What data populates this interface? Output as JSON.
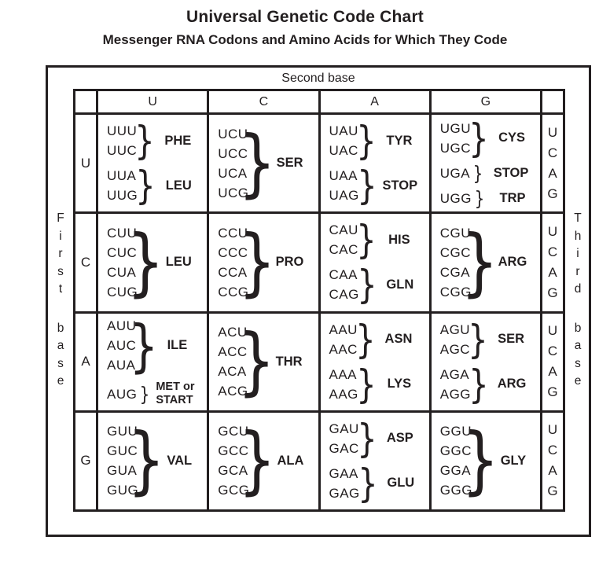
{
  "title": "Universal Genetic Code Chart",
  "subtitle": "Messenger RNA Codons and Amino Acids for Which They Code",
  "axis_labels": {
    "top": "Second base",
    "left": "First base",
    "right": "Third base"
  },
  "second_bases": [
    "U",
    "C",
    "A",
    "G"
  ],
  "third_bases": [
    "U",
    "C",
    "A",
    "G"
  ],
  "colors": {
    "ink": "#231f20",
    "background": "#ffffff"
  },
  "chart_data": {
    "type": "table",
    "title": "Universal Genetic Code Chart",
    "rows": [
      {
        "first_base": "U",
        "cells": [
          {
            "groups": [
              {
                "codons": [
                  "UUU",
                  "UUC"
                ],
                "amino": [
                  "PHE"
                ]
              },
              {
                "codons": [
                  "UUA",
                  "UUG"
                ],
                "amino": [
                  "LEU"
                ]
              }
            ]
          },
          {
            "groups": [
              {
                "codons": [
                  "UCU",
                  "UCC",
                  "UCA",
                  "UCG"
                ],
                "amino": [
                  "SER"
                ]
              }
            ]
          },
          {
            "groups": [
              {
                "codons": [
                  "UAU",
                  "UAC"
                ],
                "amino": [
                  "TYR"
                ]
              },
              {
                "codons": [
                  "UAA",
                  "UAG"
                ],
                "amino": [
                  "STOP"
                ]
              }
            ]
          },
          {
            "groups": [
              {
                "codons": [
                  "UGU",
                  "UGC"
                ],
                "amino": [
                  "CYS"
                ]
              },
              {
                "codons": [
                  "UGA"
                ],
                "amino": [
                  "STOP"
                ]
              },
              {
                "codons": [
                  "UGG"
                ],
                "amino": [
                  "TRP"
                ]
              }
            ]
          }
        ]
      },
      {
        "first_base": "C",
        "cells": [
          {
            "groups": [
              {
                "codons": [
                  "CUU",
                  "CUC",
                  "CUA",
                  "CUG"
                ],
                "amino": [
                  "LEU"
                ]
              }
            ]
          },
          {
            "groups": [
              {
                "codons": [
                  "CCU",
                  "CCC",
                  "CCA",
                  "CCG"
                ],
                "amino": [
                  "PRO"
                ]
              }
            ]
          },
          {
            "groups": [
              {
                "codons": [
                  "CAU",
                  "CAC"
                ],
                "amino": [
                  "HIS"
                ]
              },
              {
                "codons": [
                  "CAA",
                  "CAG"
                ],
                "amino": [
                  "GLN"
                ]
              }
            ]
          },
          {
            "groups": [
              {
                "codons": [
                  "CGU",
                  "CGC",
                  "CGA",
                  "CGG"
                ],
                "amino": [
                  "ARG"
                ]
              }
            ]
          }
        ]
      },
      {
        "first_base": "A",
        "cells": [
          {
            "groups": [
              {
                "codons": [
                  "AUU",
                  "AUC",
                  "AUA"
                ],
                "amino": [
                  "ILE"
                ]
              },
              {
                "codons": [
                  "AUG"
                ],
                "amino": [
                  "MET or",
                  "START"
                ]
              }
            ]
          },
          {
            "groups": [
              {
                "codons": [
                  "ACU",
                  "ACC",
                  "ACA",
                  "ACG"
                ],
                "amino": [
                  "THR"
                ]
              }
            ]
          },
          {
            "groups": [
              {
                "codons": [
                  "AAU",
                  "AAC"
                ],
                "amino": [
                  "ASN"
                ]
              },
              {
                "codons": [
                  "AAA",
                  "AAG"
                ],
                "amino": [
                  "LYS"
                ]
              }
            ]
          },
          {
            "groups": [
              {
                "codons": [
                  "AGU",
                  "AGC"
                ],
                "amino": [
                  "SER"
                ]
              },
              {
                "codons": [
                  "AGA",
                  "AGG"
                ],
                "amino": [
                  "ARG"
                ]
              }
            ]
          }
        ]
      },
      {
        "first_base": "G",
        "cells": [
          {
            "groups": [
              {
                "codons": [
                  "GUU",
                  "GUC",
                  "GUA",
                  "GUG"
                ],
                "amino": [
                  "VAL"
                ]
              }
            ]
          },
          {
            "groups": [
              {
                "codons": [
                  "GCU",
                  "GCC",
                  "GCA",
                  "GCG"
                ],
                "amino": [
                  "ALA"
                ]
              }
            ]
          },
          {
            "groups": [
              {
                "codons": [
                  "GAU",
                  "GAC"
                ],
                "amino": [
                  "ASP"
                ]
              },
              {
                "codons": [
                  "GAA",
                  "GAG"
                ],
                "amino": [
                  "GLU"
                ]
              }
            ]
          },
          {
            "groups": [
              {
                "codons": [
                  "GGU",
                  "GGC",
                  "GGA",
                  "GGG"
                ],
                "amino": [
                  "GLY"
                ]
              }
            ]
          }
        ]
      }
    ]
  }
}
